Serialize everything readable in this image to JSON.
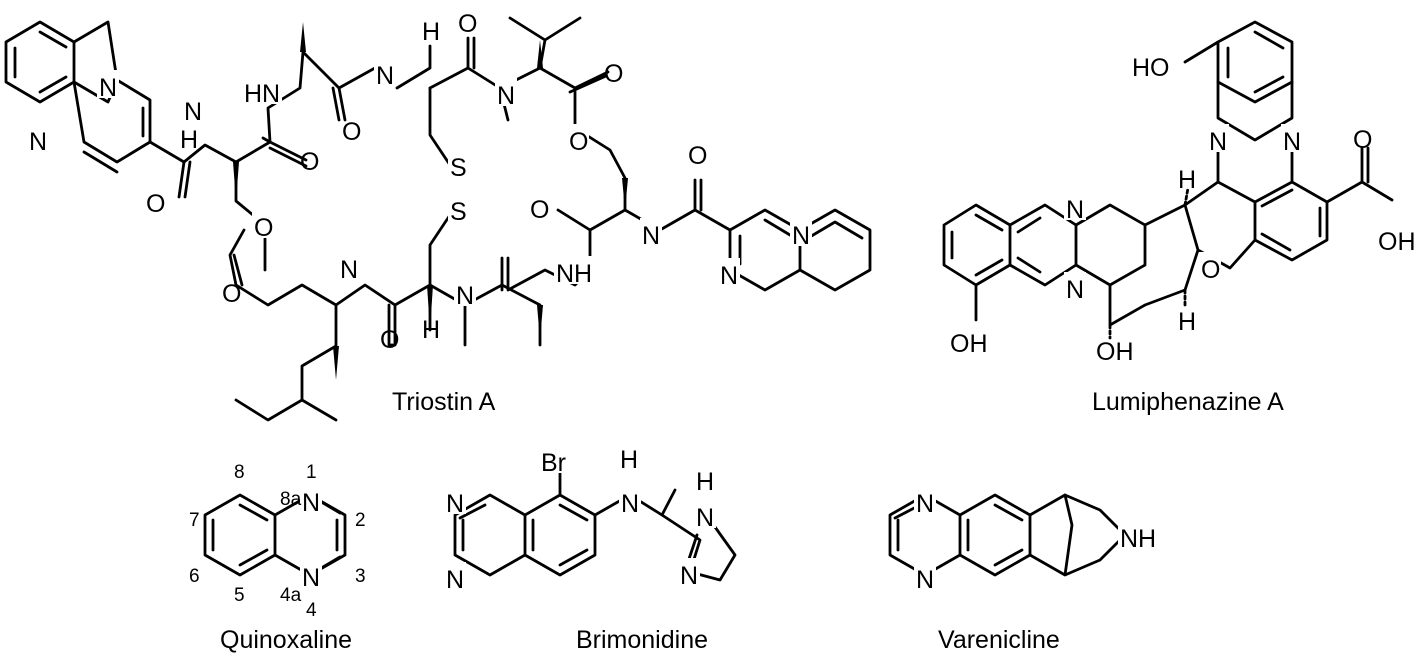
{
  "molecules": [
    {
      "name": "Triostin A",
      "atoms": [
        "N",
        "N",
        "N",
        "H",
        "HN",
        "O",
        "O",
        "O",
        "N",
        "H",
        "O",
        "N",
        "O",
        "O",
        "S",
        "S",
        "O",
        "O",
        "N",
        "O",
        "N",
        "H",
        "N",
        "O",
        "NH",
        "O",
        "N",
        "N"
      ]
    },
    {
      "name": "Lumiphenazine A",
      "atoms": [
        "HO",
        "N",
        "N",
        "H",
        "O",
        "OH",
        "N",
        "N",
        "O",
        "H",
        "OH",
        "OH"
      ]
    },
    {
      "name": "Quinoxaline",
      "atoms": [
        "N",
        "N"
      ],
      "position_numbers": [
        "1",
        "2",
        "3",
        "4",
        "4a",
        "5",
        "6",
        "7",
        "8",
        "8a"
      ]
    },
    {
      "name": "Brimonidine",
      "atoms": [
        "Br",
        "H",
        "N",
        "N",
        "N",
        "N",
        "N",
        "H"
      ]
    },
    {
      "name": "Varenicline",
      "atoms": [
        "N",
        "N",
        "NH"
      ]
    }
  ]
}
